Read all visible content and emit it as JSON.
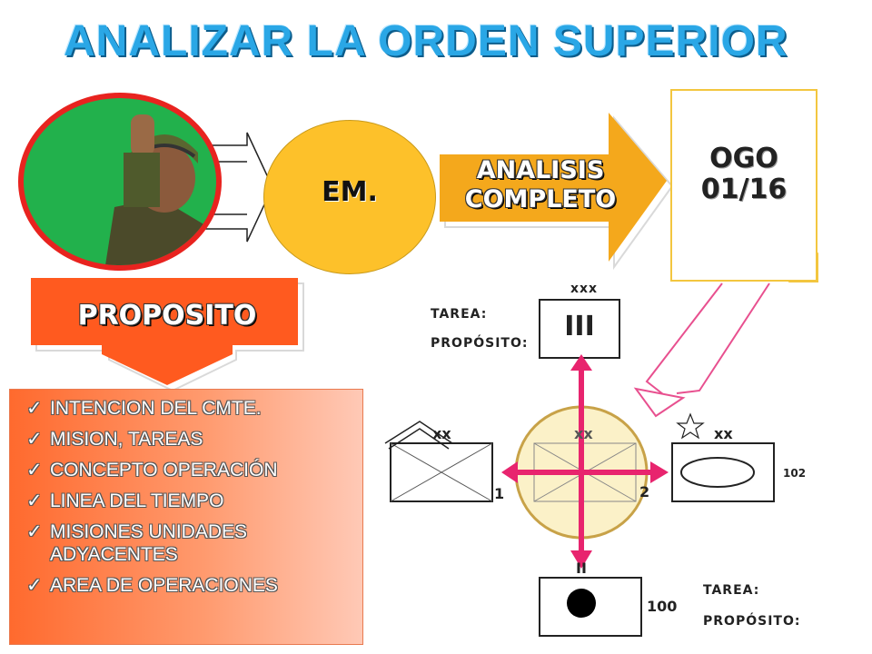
{
  "title": "ANALIZAR LA ORDEN SUPERIOR",
  "em_label": "EM.",
  "analisis_label": [
    "ANALISIS",
    "COMPLETO"
  ],
  "document": {
    "line1": "OGO",
    "line2": "01/16"
  },
  "proposito_label": "PROPOSITO",
  "proposito_items": [
    "INTENCION DEL CMTE.",
    "MISION, TAREAS",
    "CONCEPTO OPERACIÓN",
    "LINEA DEL TIEMPO",
    "MISIONES UNIDADES ADYACENTES",
    "AREA DE OPERACIONES"
  ],
  "check_glyph": "✓",
  "units": {
    "top": {
      "echelon": "xxx",
      "name": "III",
      "tarea": "TAREA:",
      "proposito": "PROPÓSITO:"
    },
    "left": {
      "echelon": "xx",
      "number": "1"
    },
    "center": {
      "echelon": "xx",
      "number": "2"
    },
    "right": {
      "echelon": "xx",
      "number": "102"
    },
    "bottom": {
      "echelon": "II",
      "number": "100",
      "tarea": "TAREA:",
      "proposito": "PROPÓSITO:"
    }
  },
  "colors": {
    "title": "#2aa7e6",
    "accent_red": "#e8231f",
    "em_yellow": "#fdc12a",
    "arrow_orange": "#f4a81c",
    "proposito_orange": "#ff5a1f",
    "magenta": "#e8246e",
    "pink_line": "#e8508f",
    "circle_tan": "#fbf1c8"
  }
}
